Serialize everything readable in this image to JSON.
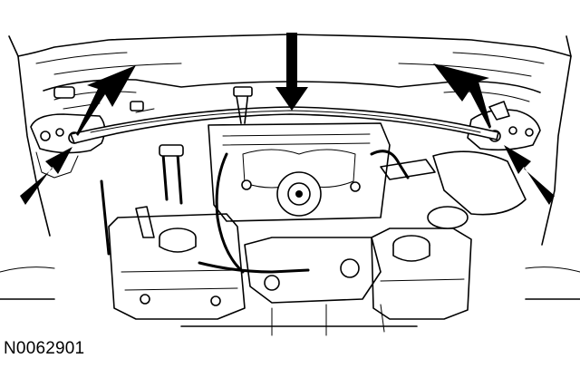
{
  "figure": {
    "caption": "N0062901",
    "subject": "engine-compartment-strut-brace",
    "callout_arrows": 5,
    "colors": {
      "line": "#000000",
      "background": "#ffffff"
    }
  }
}
